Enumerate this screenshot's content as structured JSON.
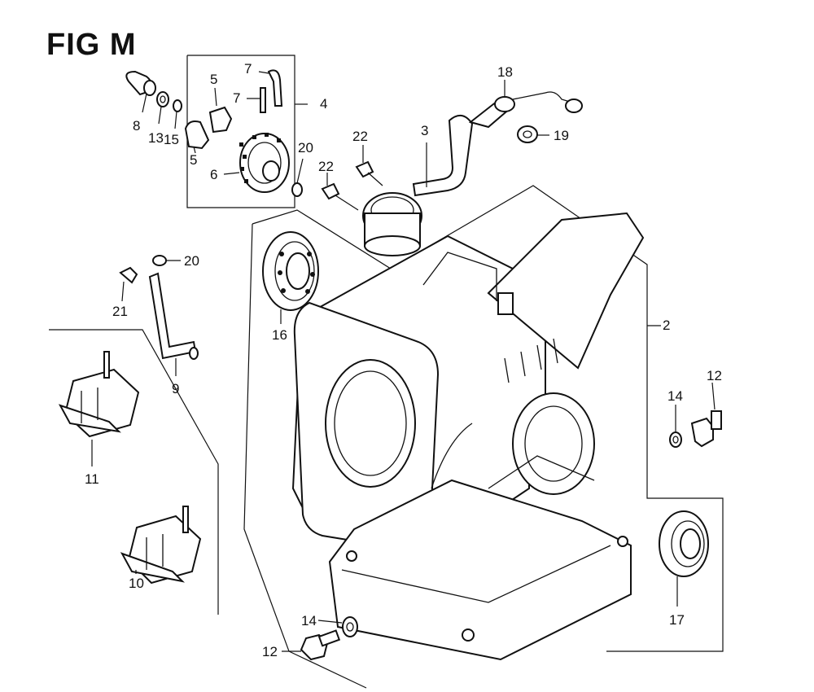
{
  "figure": {
    "title": "FIG M"
  },
  "callouts": {
    "c2": "2",
    "c3": "3",
    "c4": "4",
    "c5a": "5",
    "c5b": "5",
    "c6": "6",
    "c7a": "7",
    "c7b": "7",
    "c8": "8",
    "c9": "9",
    "c10": "10",
    "c11": "11",
    "c12a": "12",
    "c12b": "12",
    "c13": "13",
    "c14a": "14",
    "c14b": "14",
    "c15": "15",
    "c16": "16",
    "c17": "17",
    "c18": "18",
    "c19": "19",
    "c20a": "20",
    "c20b": "20",
    "c21": "21",
    "c22a": "22",
    "c22b": "22"
  }
}
